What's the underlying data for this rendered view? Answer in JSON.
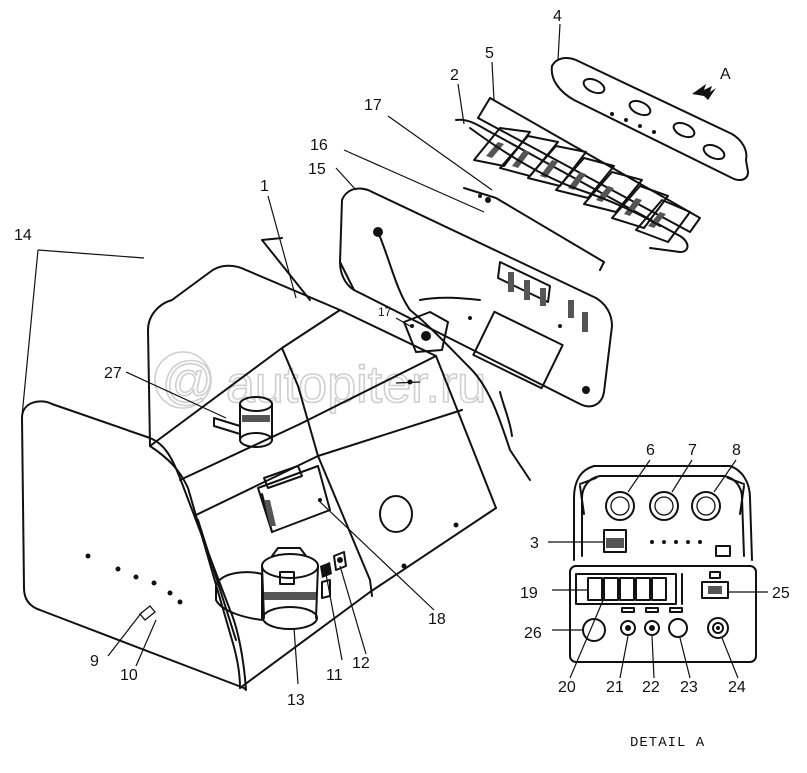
{
  "watermark": "autopiter.ru",
  "caption": "DETAIL A",
  "view_marker": "A",
  "callouts": [
    "1",
    "2",
    "3",
    "4",
    "5",
    "6",
    "7",
    "8",
    "9",
    "10",
    "11",
    "12",
    "13",
    "14",
    "15",
    "16",
    "17",
    "17",
    "18",
    "19",
    "20",
    "21",
    "22",
    "23",
    "24",
    "25",
    "26",
    "27"
  ]
}
